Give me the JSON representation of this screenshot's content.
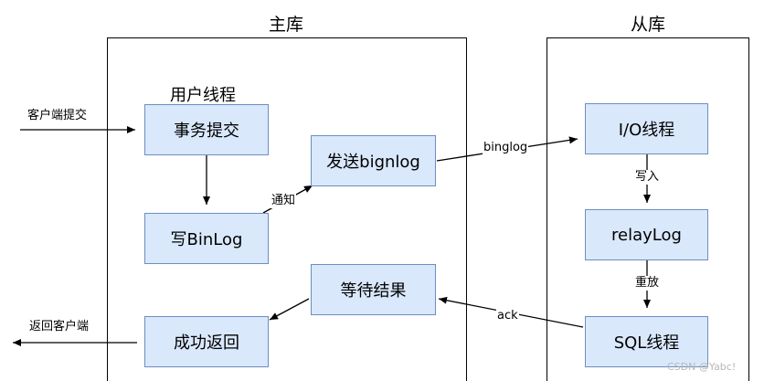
{
  "master": {
    "title": "主库",
    "thread_heading": "用户线程",
    "boxes": {
      "commit": "事务提交",
      "write_binlog": "写BinLog",
      "send_binlog": "发送bignlog",
      "wait_result": "等待结果",
      "return_success": "成功返回"
    }
  },
  "slave": {
    "title": "从库",
    "boxes": {
      "io_thread": "I/O线程",
      "relay_log": "relayLog",
      "sql_thread": "SQL线程"
    }
  },
  "edge_labels": {
    "client_submit": "客户端提交",
    "notify": "通知",
    "binlog": "binglog",
    "write_in": "写入",
    "replay": "重放",
    "ack": "ack",
    "return_client": "返回客户端"
  },
  "watermark": "CSDN @Yabc!"
}
